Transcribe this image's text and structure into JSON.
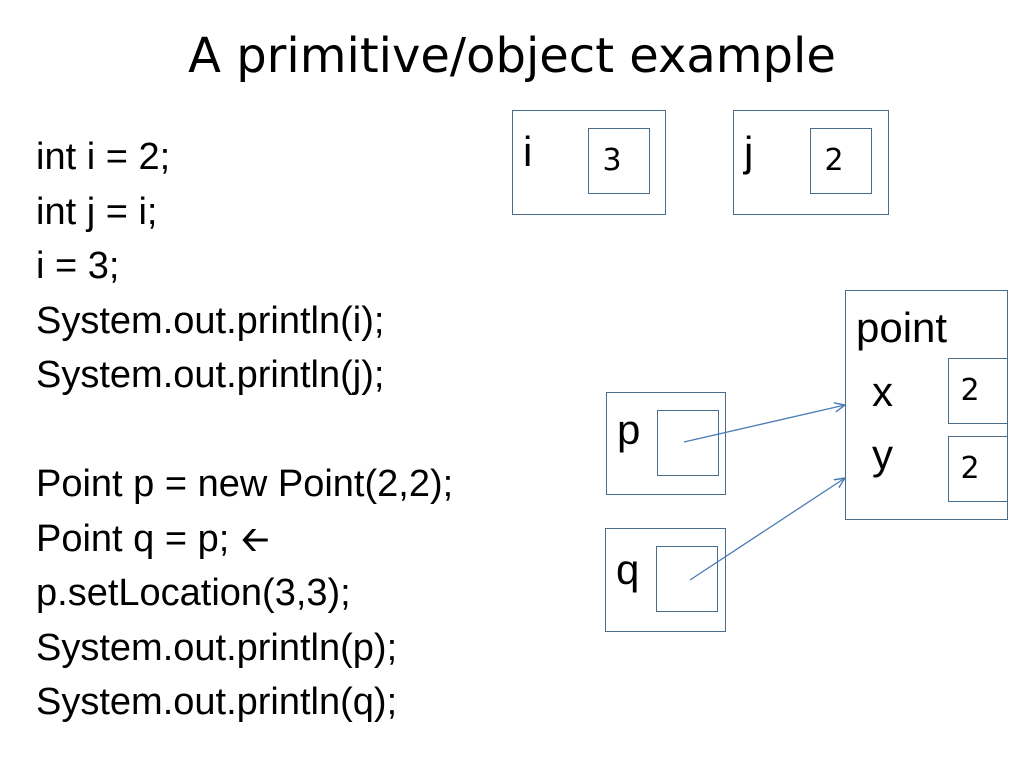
{
  "slide": {
    "title": "A primitive/object example",
    "code_lines": [
      "int i = 2;",
      "int j = i;",
      "i = 3;",
      "System.out.println(i);",
      "System.out.println(j);",
      "",
      "Point p = new Point(2,2);",
      "Point q = p;",
      "p.setLocation(3,3);",
      "System.out.println(p);",
      "System.out.println(q);"
    ],
    "current_line_marker_icon": "left-arrow-icon"
  },
  "diagram": {
    "var_i": {
      "label": "i",
      "value": "3"
    },
    "var_j": {
      "label": "j",
      "value": "2"
    },
    "var_p": {
      "label": "p"
    },
    "var_q": {
      "label": "q"
    },
    "object": {
      "label": "point",
      "field_x": {
        "label": "x",
        "value": "2"
      },
      "field_y": {
        "label": "y",
        "value": "2"
      }
    },
    "line_color": "#4a7bb7",
    "box_color": "#4a6d8c"
  }
}
